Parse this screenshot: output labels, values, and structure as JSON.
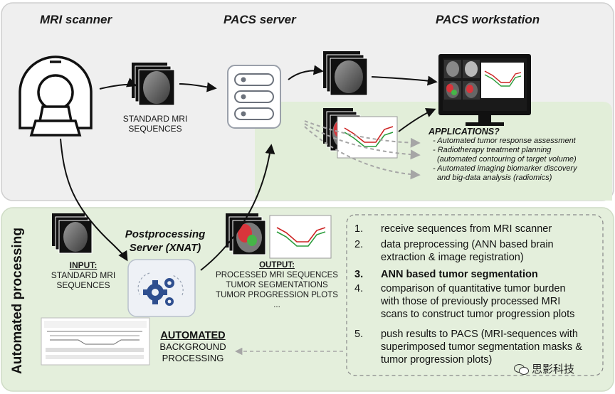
{
  "headers": {
    "mri_scanner": "MRI scanner",
    "pacs_server": "PACS server",
    "pacs_workstation": "PACS workstation",
    "automated_processing": "Automated processing"
  },
  "labels": {
    "standard_mri_sequences_line1": "STANDARD MRI",
    "standard_mri_sequences_line2": "SEQUENCES",
    "input_title": "INPUT:",
    "input_line1": "STANDARD MRI",
    "input_line2": "SEQUENCES",
    "postprocessing_line1": "Postprocessing",
    "postprocessing_line2": "Server (XNAT)",
    "output_title": "OUTPUT:",
    "output_line1": "PROCESSED MRI SEQUENCES",
    "output_line2": "TUMOR SEGMENTATIONS",
    "output_line3": "TUMOR PROGRESSION PLOTS",
    "output_line4": "...",
    "automated_title": "AUTOMATED",
    "automated_line1": "BACKGROUND",
    "automated_line2": "PROCESSING"
  },
  "applications": {
    "title": "APPLICATIONS?",
    "items": [
      "- Automated tumor response assessment",
      "- Radiotherapy treatment planning",
      "  (automated contouring of target volume)",
      "- Automated imaging biomarker discovery",
      "  and big-data analysis (radiomics)"
    ]
  },
  "steps": [
    {
      "num": "1.",
      "lines": [
        "receive sequences from MRI scanner"
      ],
      "bold": false
    },
    {
      "num": "2.",
      "lines": [
        "data preprocessing (ANN based brain",
        "extraction & image registration)"
      ],
      "bold": false
    },
    {
      "num": "3.",
      "lines": [
        "ANN based tumor segmentation"
      ],
      "bold": true
    },
    {
      "num": "4.",
      "lines": [
        "comparison of quantitative tumor burden",
        "with those of previously processed MRI",
        "scans to construct tumor progression plots"
      ],
      "bold": false
    },
    {
      "num": "5.",
      "lines": [
        "push results to PACS (MRI-sequences with",
        "superimposed tumor segmentation masks &",
        "tumor progression plots)"
      ],
      "bold": false
    }
  ],
  "watermark": "思影科技",
  "colors": {
    "top_panel": "#efefef",
    "green_panel": "#e4efdc",
    "arrow": "#111111",
    "dashed_arrow": "#a6a6a6",
    "gear": "#2f4f8f"
  }
}
